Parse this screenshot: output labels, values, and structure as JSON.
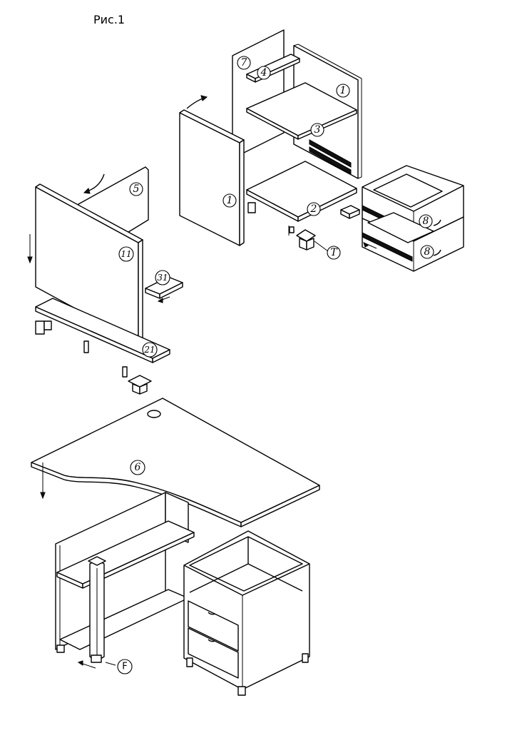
{
  "figure": {
    "title": "Рис.1"
  },
  "callouts": {
    "side_panel_top": "7",
    "shelf_small": "4",
    "side_right": "1",
    "inner_shelf": "3",
    "side_left": "1",
    "bottom_panel": "2",
    "drawer_upper": "8",
    "drawer_lower": "8",
    "support_foot": "T",
    "back_panel": "5",
    "front_panel": "11",
    "shelf_small_left": "31",
    "base_left": "21",
    "tabletop": "6",
    "leg": "F"
  }
}
